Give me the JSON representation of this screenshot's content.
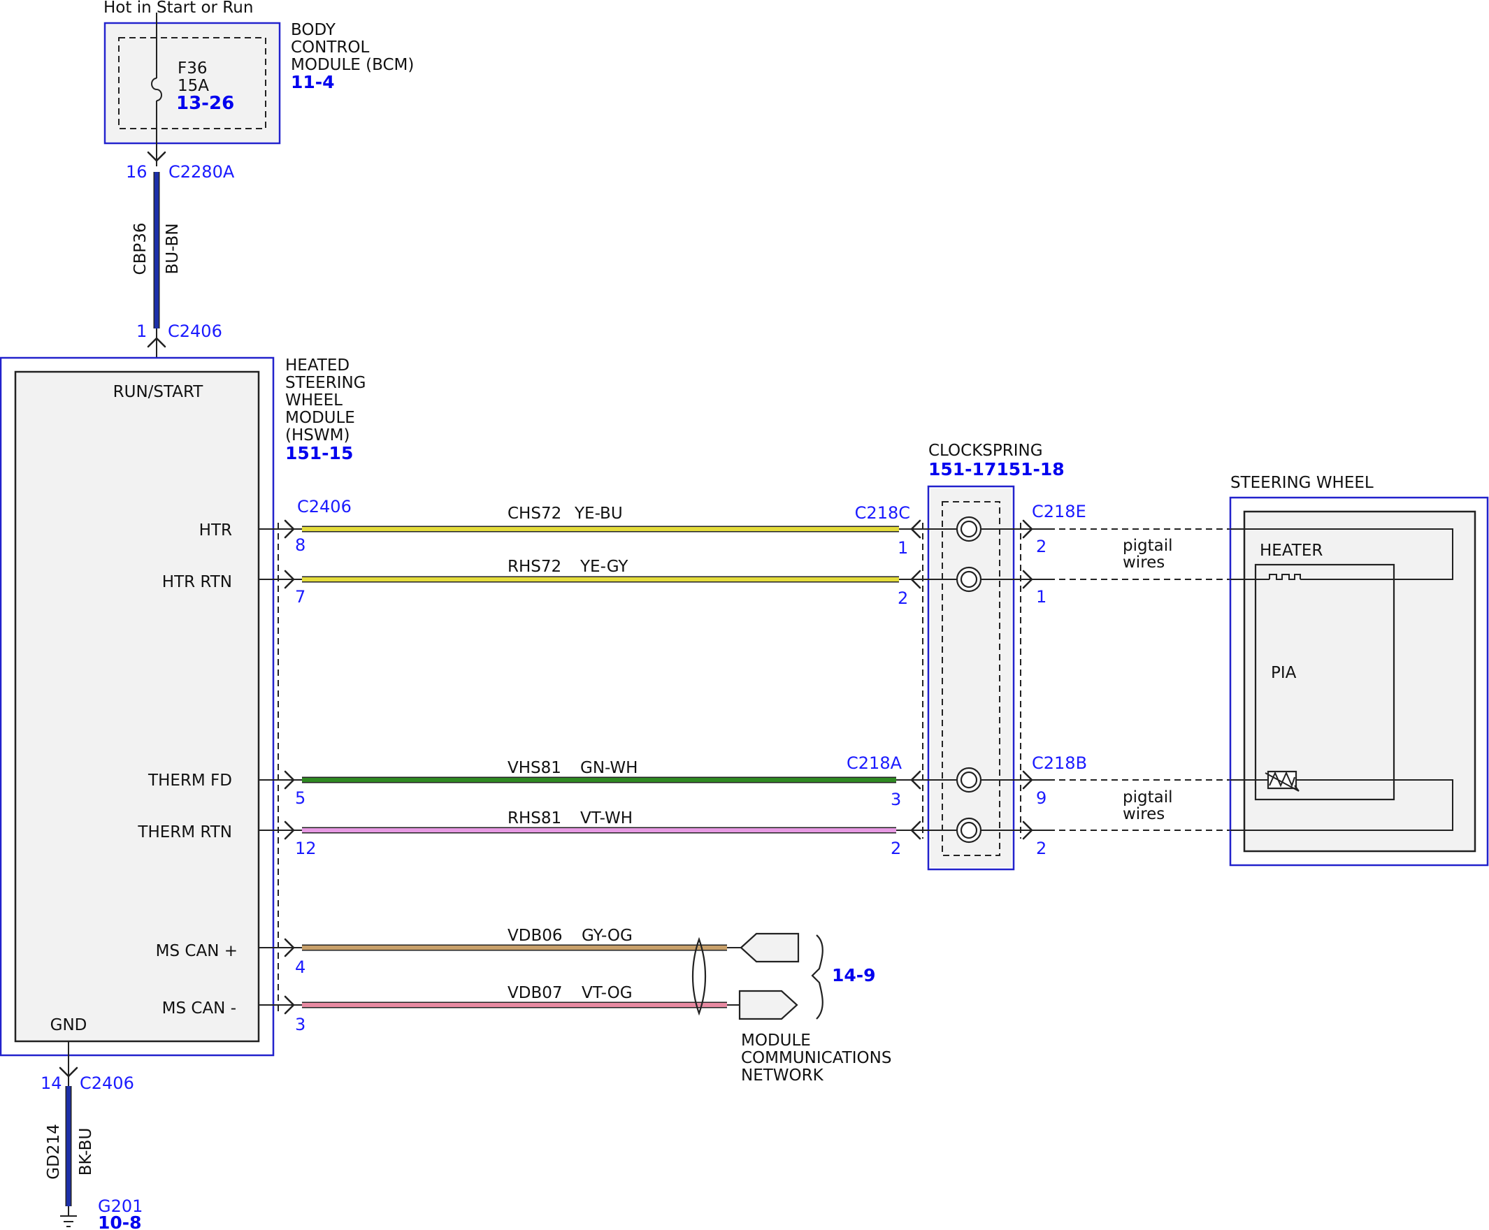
{
  "colors": {
    "accent_blue": "#2222cc",
    "pin_blue": "#1a1aff",
    "ref_blue": "#0000ee",
    "wire_dark_blue": "#1c2fa8",
    "wire_yellow": "#e4dc3c",
    "wire_green": "#2f8a22",
    "wire_violet": "#e79ae3",
    "wire_tan": "#c8a06a",
    "wire_pink": "#e88aa2"
  },
  "power": {
    "label": "Hot in Start or Run"
  },
  "bcm": {
    "title_lines": [
      "BODY",
      "CONTROL",
      "MODULE (BCM)"
    ],
    "ref": "11-4",
    "fuse_name": "F36",
    "fuse_rating": "15A",
    "fuse_ref": "13-26",
    "pin": "16",
    "connector": "C2280A"
  },
  "feed_wire": {
    "circuit": "CBP36",
    "color": "BU-BN"
  },
  "hswm": {
    "title_lines": [
      "HEATED",
      "STEERING",
      "WHEEL",
      "MODULE",
      "(HSWM)"
    ],
    "ref": "151-15",
    "run_start_label": "RUN/START",
    "run_pin": "1",
    "run_connector": "C2406",
    "gnd_label": "GND",
    "gnd_pin": "14",
    "gnd_connector": "C2406",
    "side_connector": "C2406",
    "pins": [
      {
        "label": "HTR",
        "pin": "8"
      },
      {
        "label": "HTR RTN",
        "pin": "7"
      },
      {
        "label": "THERM FD",
        "pin": "5"
      },
      {
        "label": "THERM RTN",
        "pin": "12"
      },
      {
        "label": "MS CAN +",
        "pin": "4"
      },
      {
        "label": "MS CAN -",
        "pin": "3"
      }
    ]
  },
  "wires": [
    {
      "circuit": "CHS72",
      "color": "YE-BU"
    },
    {
      "circuit": "RHS72",
      "color": "YE-GY"
    },
    {
      "circuit": "VHS81",
      "color": "GN-WH"
    },
    {
      "circuit": "RHS81",
      "color": "VT-WH"
    },
    {
      "circuit": "VDB06",
      "color": "GY-OG"
    },
    {
      "circuit": "VDB07",
      "color": "VT-OG"
    }
  ],
  "clockspring": {
    "title": "CLOCKSPRING",
    "ref": "151-17151-18",
    "conn_left_top": "C218C",
    "conn_right_top": "C218E",
    "conn_left_bottom": "C218A",
    "conn_right_bottom": "C218B",
    "left_pins": [
      "1",
      "2",
      "3",
      "2"
    ],
    "right_pins": [
      "2",
      "1",
      "9",
      "2"
    ]
  },
  "pigtail_top": [
    "pigtail",
    "wires"
  ],
  "pigtail_bottom": [
    "pigtail",
    "wires"
  ],
  "steering_wheel": {
    "title": "STEERING WHEEL",
    "heater_label": "HEATER",
    "pia_label": "PIA"
  },
  "network": {
    "ref": "14-9",
    "label_lines": [
      "MODULE",
      "COMMUNICATIONS",
      "NETWORK"
    ]
  },
  "ground": {
    "circuit": "GD214",
    "color": "BK-BU",
    "name": "G201",
    "ref": "10-8"
  }
}
